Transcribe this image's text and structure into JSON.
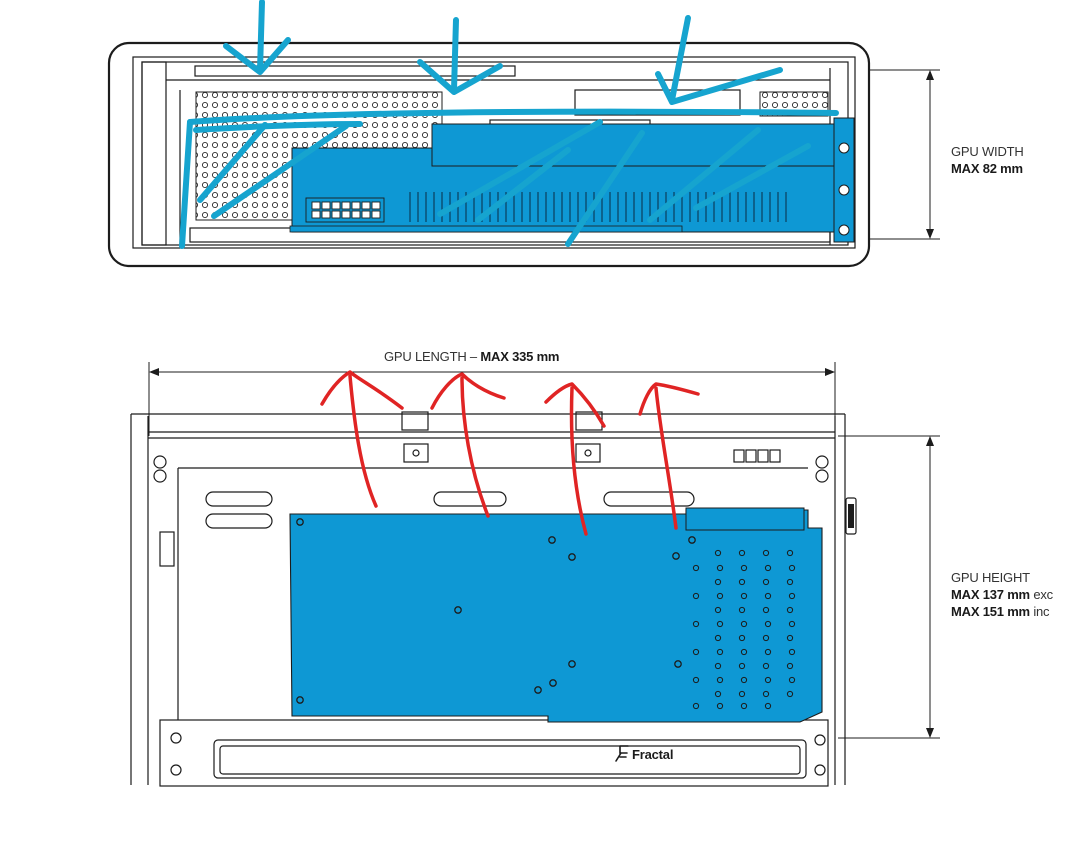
{
  "labels": {
    "gpu_width": {
      "title": "GPU WIDTH",
      "value": "MAX 82 mm"
    },
    "gpu_length": {
      "title": "GPU LENGTH – ",
      "value": "MAX 335 mm"
    },
    "gpu_height": {
      "title": "GPU HEIGHT",
      "line1_value": "MAX 137 mm",
      "line1_suffix": " exc",
      "line2_value": "MAX 151 mm",
      "line2_suffix": " inc"
    },
    "brand_logo_text": "Fractal"
  },
  "colors": {
    "gpu_fill": "#0e98d4",
    "blue_annotation": "#16a4cf",
    "red_annotation": "#e02424",
    "line": "#1c1c1c"
  }
}
